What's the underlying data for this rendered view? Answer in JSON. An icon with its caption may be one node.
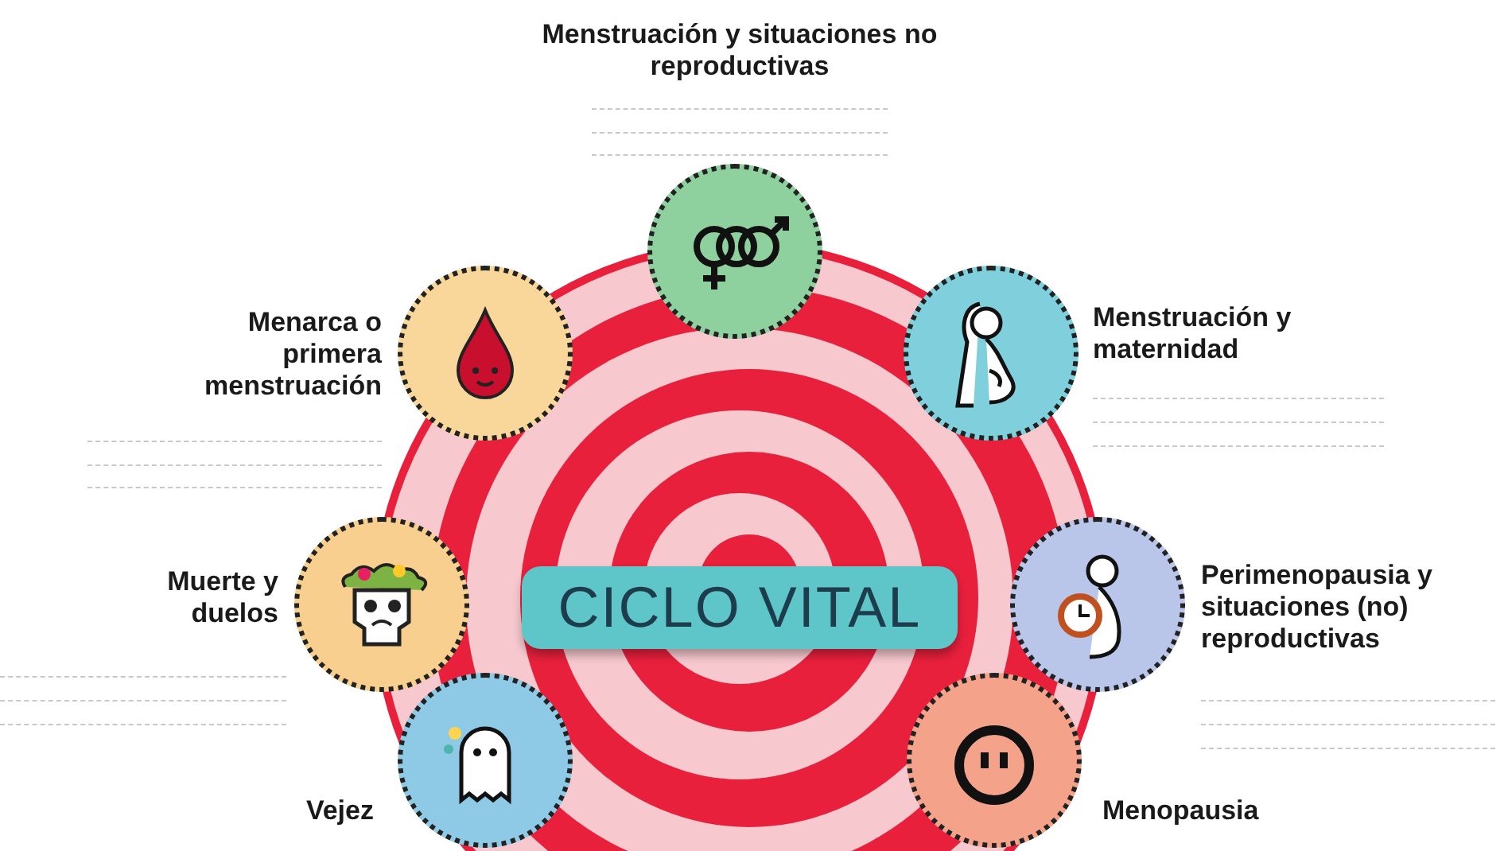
{
  "diagram": {
    "nodes": [
      {
        "text": [
          "CICLO VITAL"
        ]
      },
      {
        "text": [
          "Menstruación y situaciones no reproductivas"
        ]
      },
      {
        "text": [
          "Menarca o primera menstruación"
        ]
      },
      {
        "text": [
          "Menstruación y maternidad"
        ]
      },
      {
        "text": [
          "Muerte y duelos"
        ]
      },
      {
        "text": [
          "Perimenopausia y situaciones (no) reproductivas"
        ]
      },
      {
        "text": [
          "Vejez"
        ]
      },
      {
        "text": [
          "Menopausia"
        ]
      }
    ],
    "edges": []
  }
}
